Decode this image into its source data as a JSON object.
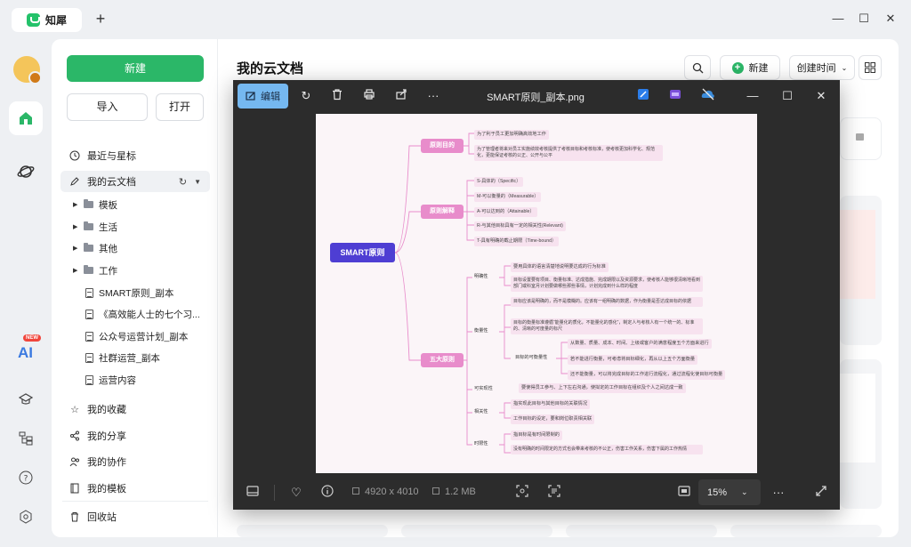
{
  "app": {
    "tab_title": "知犀",
    "new_tab": "+"
  },
  "window": {
    "minimize": "—",
    "maximize": "☐",
    "close": "✕"
  },
  "rail": {
    "ai_badge": "NEW",
    "ai_label": "AI"
  },
  "sidebar": {
    "new_label": "新建",
    "import_label": "导入",
    "open_label": "打开",
    "recent": "最近与星标",
    "cloud_docs": "我的云文档",
    "folders": [
      "模板",
      "生活",
      "其他",
      "工作"
    ],
    "files": [
      "SMART原则_副本",
      "《高效能人士的七个习...",
      "公众号运营计划_副本",
      "社群运营_副本",
      "运营内容"
    ],
    "favorites": "我的收藏",
    "shares": "我的分享",
    "collab": "我的协作",
    "templates": "我的模板",
    "trash": "回收站"
  },
  "header": {
    "title": "我的云文档",
    "new_label": "新建",
    "sort_label": "创建时间"
  },
  "viewer": {
    "edit_label": "编辑",
    "file_name": "SMART原则_副本.png",
    "dimensions": "4920 x 4010",
    "size": "1.2 MB",
    "zoom": "15%",
    "more": "···"
  },
  "mindmap": {
    "root": "SMART原则",
    "branch1": {
      "label": "原则目的",
      "items": [
        "为了利于员工更加明确高效地工作",
        "为了管理者将来对员工实施绩效考核提供了考核目标和考核标准，使考核更加科学化、规范化，更能保证考核的公正、公开与公平"
      ]
    },
    "branch2": {
      "label": "原则解释",
      "items": [
        "S-具体的（Specific）",
        "M-可以衡量的（Measurable）",
        "A-可以达到的（Attainable）",
        "R-与其他目标具有一定的相关性(Relevant)",
        "T-具有明确的截止期限（Time-bound）"
      ]
    },
    "branch3": {
      "label": "五大原则",
      "specific": "明确性",
      "specific_items": [
        "要用具体的语言清楚地说明要达成的行为标准",
        "目标设置要有项目、衡量标准、达成措施、完成期限以及资源要求，使考核人能够很清晰地看到部门或科室月计划要做哪些那些事情，计划完成到什么样的程度"
      ],
      "measurable": "衡量性",
      "measurable_items": [
        "目标应该是明确的，而不是模糊的。应该有一组明确的数据，作为衡量是否达成目标的依据",
        "目标的衡量标准遵循“能量化的质化，不能量化的感化”，制定人与考核人有一个统一的、标准的、清晰的可度量的标尺"
      ],
      "measure_sub": "目标的可衡量性",
      "measure_sub_items": [
        "从数量、质量、成本、时间、上级或客户的满意程度五个方面来进行",
        "若不能进行衡量，可考虑将目标细化，再从以上五个方面衡量",
        "还不能衡量，可以将完成目标的工作进行流程化，通过流程化使目标可衡量"
      ],
      "attainable": "可实现性",
      "attainable_item": "要使得员工参与、上下左右沟通，使拟定的工作目标在组织及个人之间达成一致",
      "relevant": "相关性",
      "relevant_items": [
        "指实现此目标与其他目标的关联情况",
        "工作目标的设定，要和岗位职责相关联"
      ],
      "timebound": "时限性",
      "timebound_items": [
        "指目标是有时间限制的",
        "没有明确的时间限定的方式也会带来考核的不公正，伤害工作关系，伤害下属的工作热情"
      ]
    }
  },
  "colors": {
    "accent": "#2bb768",
    "root": "#4e3ed3",
    "branch": "#e88ccb",
    "viewer_bg": "#2c2c2c",
    "edit_btn": "#75b8f0"
  }
}
